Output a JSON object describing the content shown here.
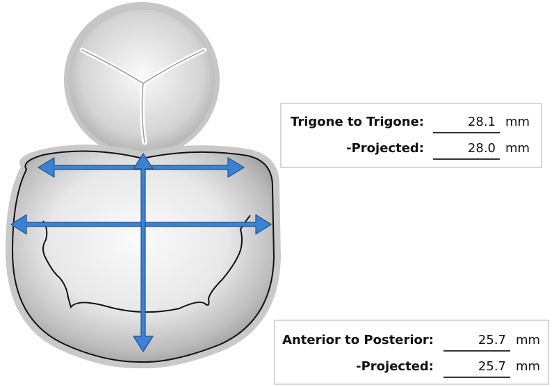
{
  "measurements": {
    "trigone": {
      "label": "Trigone to Trigone:",
      "value": "28.1",
      "unit": "mm",
      "projected_label": "-Projected:",
      "projected_value": "28.0",
      "projected_unit": "mm"
    },
    "ap": {
      "label": "Anterior to Posterior:",
      "value": "25.7",
      "unit": "mm",
      "projected_label": "-Projected:",
      "projected_value": "25.7",
      "projected_unit": "mm"
    }
  },
  "colors": {
    "arrow": "#3b82d4",
    "arrow_outline": "#1f4f8a",
    "outline": "#111111",
    "rim": "#c9c9c9"
  }
}
